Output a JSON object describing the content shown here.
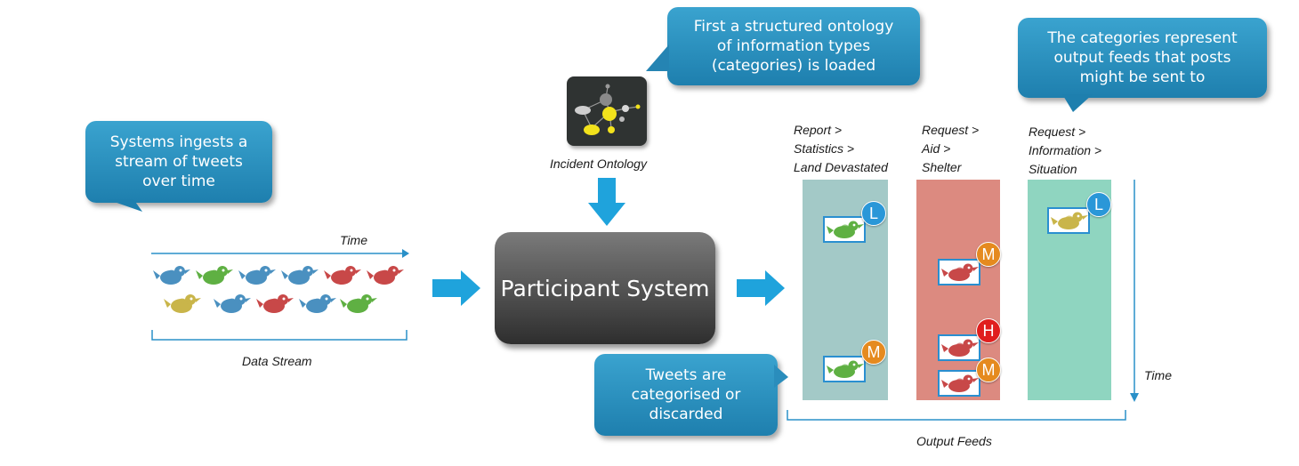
{
  "callouts": {
    "ingest": [
      "Systems ingests a",
      "stream of tweets",
      "over time"
    ],
    "ontology": [
      "First a structured ontology",
      "of information types",
      "(categories) is loaded"
    ],
    "categories": [
      "The categories represent",
      "output feeds that posts",
      "might be sent to"
    ],
    "categorised": [
      "Tweets are",
      "categorised or",
      "discarded"
    ]
  },
  "labels": {
    "time_top": "Time",
    "data_stream": "Data Stream",
    "incident_ontology": "Incident Ontology",
    "participant_system": "Participant System",
    "time_right": "Time",
    "output_feeds": "Output Feeds"
  },
  "feeds": [
    {
      "lines": [
        "Report >",
        "Statistics >",
        "Land Devastated"
      ],
      "color": "#a3c9c7"
    },
    {
      "lines": [
        "Request >",
        "Aid >",
        "Shelter"
      ],
      "color": "#dc8a80"
    },
    {
      "lines": [
        "Request >",
        "Information >",
        "Situation"
      ],
      "color": "#8fd5c0"
    }
  ],
  "badges": [
    "L",
    "M",
    "M",
    "H",
    "M",
    "L"
  ],
  "colors": {
    "callout": "#2a8fbd",
    "arrow": "#1fa3dc",
    "bird_blue": "#4a90c0",
    "bird_green": "#5fb043",
    "bird_red": "#c84848",
    "bird_yellow": "#c9b54a",
    "badge_low": "#2a97d8",
    "badge_med": "#e58a1f",
    "badge_high": "#e01e1e"
  },
  "icons": [
    "bird-icon",
    "ontology-graph-icon",
    "arrow-right-icon",
    "arrow-down-icon"
  ]
}
